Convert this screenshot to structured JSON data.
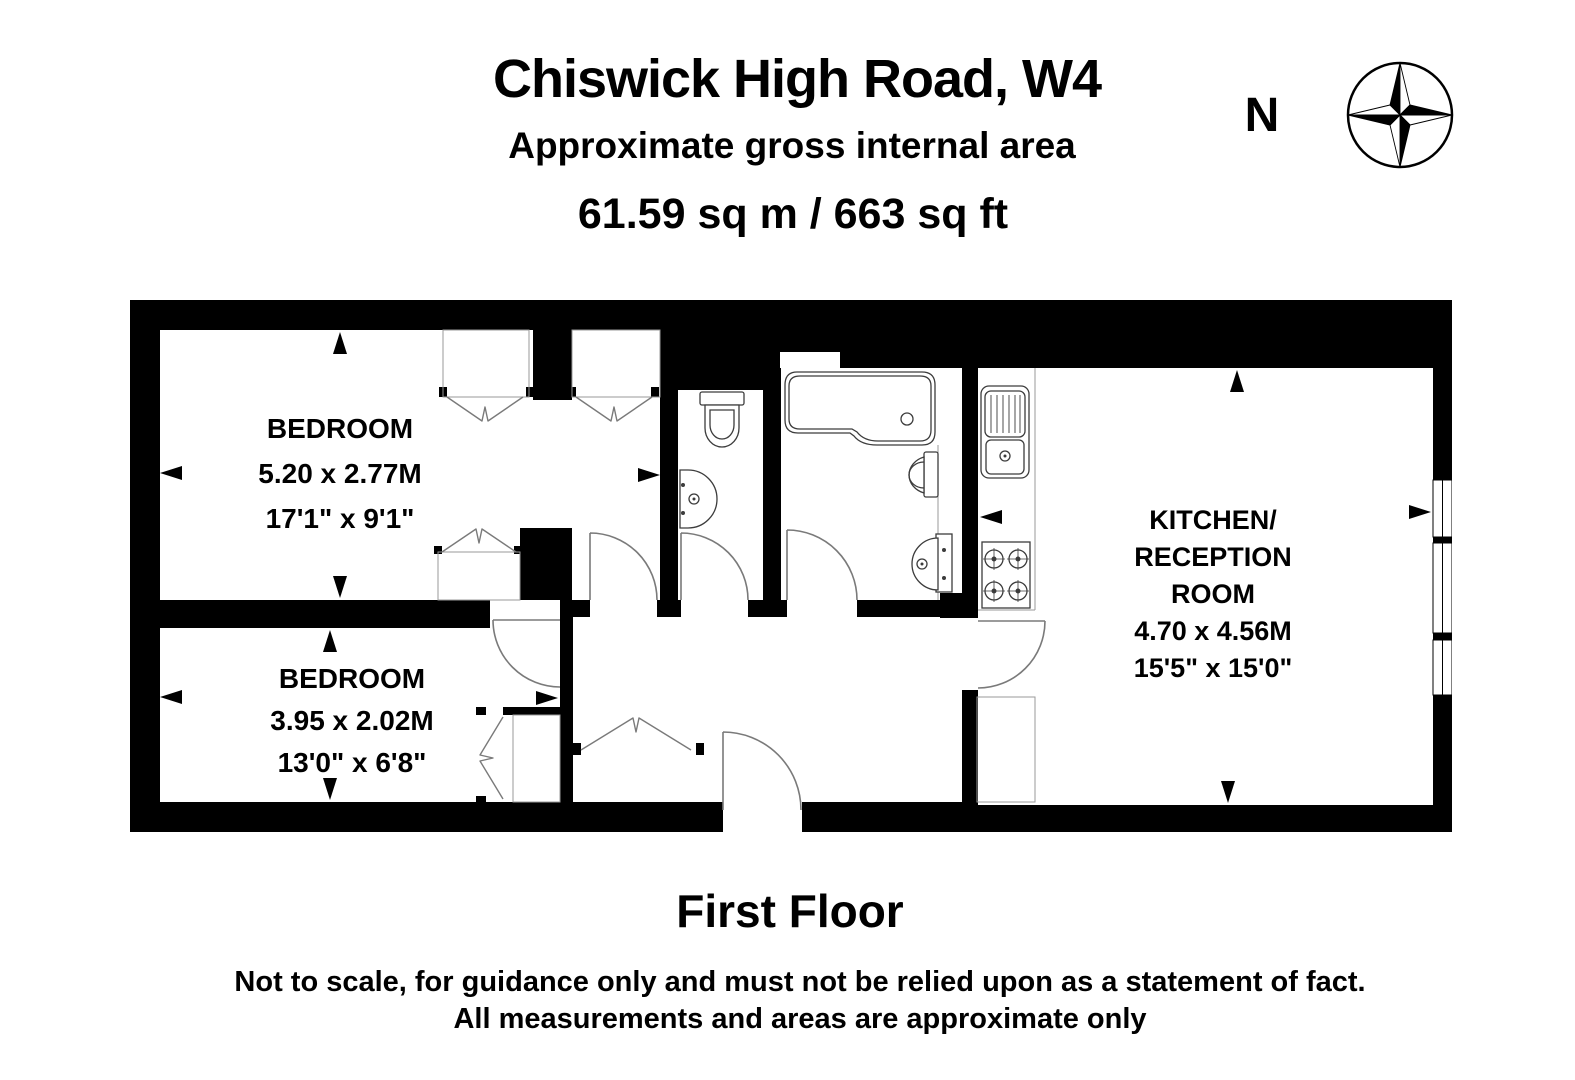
{
  "header": {
    "title": "Chiswick High Road, W4",
    "subtitle": "Approximate gross internal area",
    "area": "61.59 sq m /  663 sq ft"
  },
  "compass": {
    "label": "N"
  },
  "rooms": {
    "bedroom1": {
      "name": "BEDROOM",
      "metric": "5.20 x 2.77M",
      "imperial": "17'1\" x 9'1\""
    },
    "bedroom2": {
      "name": "BEDROOM",
      "metric": "3.95 x 2.02M",
      "imperial": "13'0\" x 6'8\""
    },
    "kitchen": {
      "line1": "KITCHEN/",
      "line2": "RECEPTION",
      "line3": "ROOM",
      "metric": "4.70 x 4.56M",
      "imperial": "15'5\" x 15'0\""
    }
  },
  "footer": {
    "floor": "First Floor",
    "disclaimer1": "Not to scale, for guidance only and must not be relied upon as a statement of fact.",
    "disclaimer2": "All measurements and areas are approximate only"
  },
  "colors": {
    "wall": "#000000",
    "door": "#7a7a7a",
    "fixture": "#3c3c3c"
  }
}
